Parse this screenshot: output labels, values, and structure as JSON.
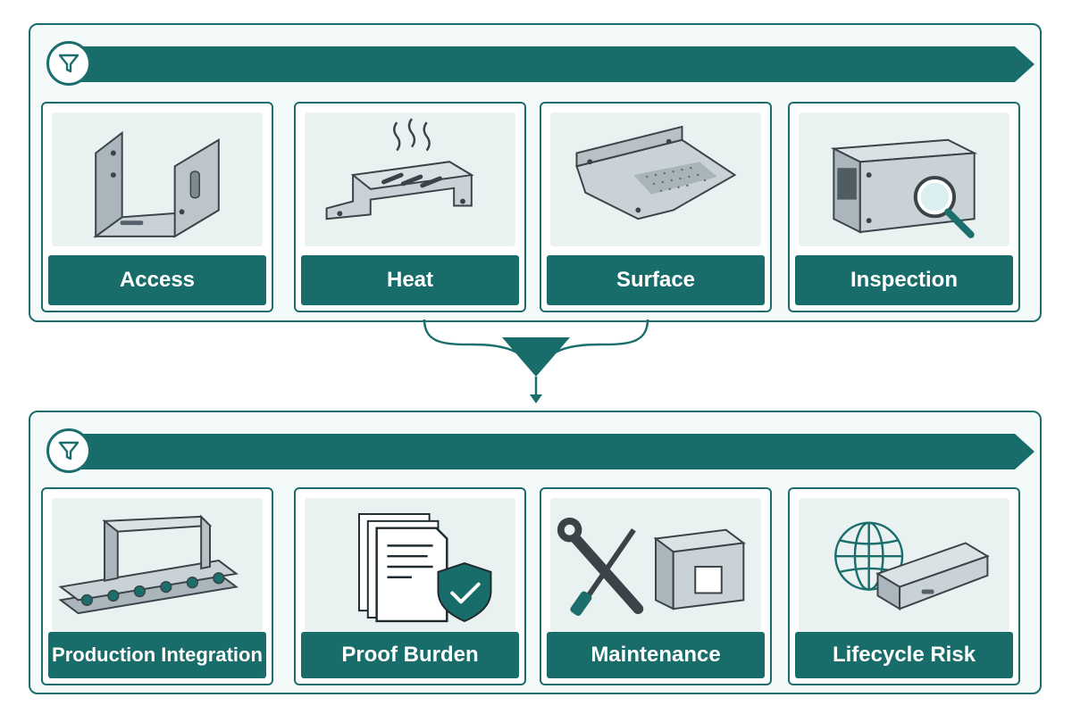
{
  "colors": {
    "teal": "#186d6b",
    "teal_dark": "#1c6e6c",
    "panel_bg": "#f4f9f9",
    "metal": "#c9d2d6"
  },
  "top_stage": {
    "icon": "funnel-icon",
    "cards": [
      {
        "label": "Access",
        "icon": "open-bracket-enclosure-icon"
      },
      {
        "label": "Heat",
        "icon": "vented-heat-bracket-icon"
      },
      {
        "label": "Surface",
        "icon": "textured-plate-icon"
      },
      {
        "label": "Inspection",
        "icon": "box-with-magnifier-icon"
      }
    ]
  },
  "connector": {
    "icon": "funnel-arrow-down-icon"
  },
  "bottom_stage": {
    "icon": "funnel-icon",
    "cards": [
      {
        "label": "Production Integration",
        "icon": "conveyor-bracket-icon"
      },
      {
        "label": "Proof Burden",
        "icon": "documents-shield-icon"
      },
      {
        "label": "Maintenance",
        "icon": "tools-enclosure-icon"
      },
      {
        "label": "Lifecycle Risk",
        "icon": "globe-rail-icon"
      }
    ]
  }
}
